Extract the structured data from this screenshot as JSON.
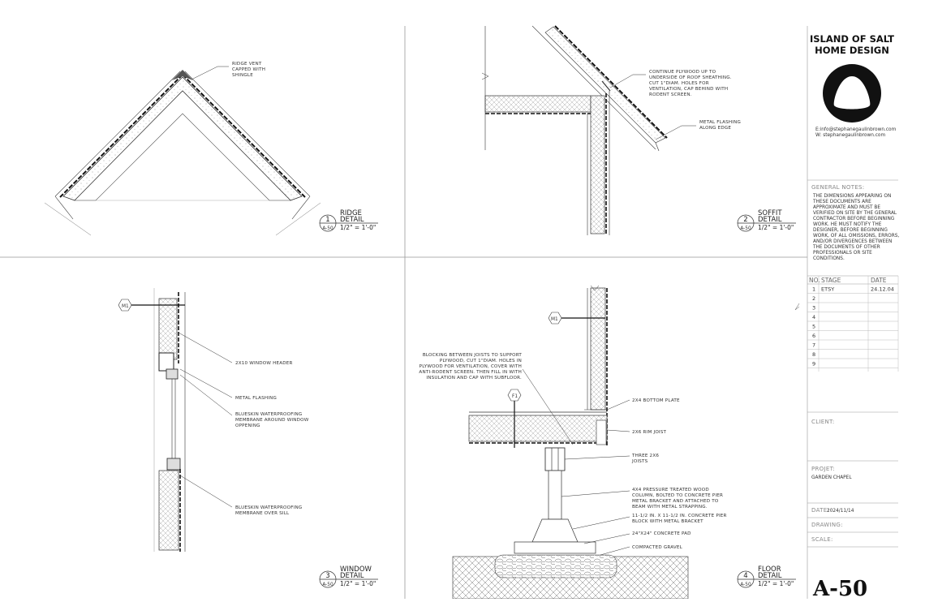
{
  "details": [
    {
      "number": "1",
      "title": "RIDGE",
      "title2": "DETAIL",
      "sheet": "A-50",
      "scale": "1/2\" = 1'-0\""
    },
    {
      "number": "2",
      "title": "SOFFIT",
      "title2": "DETAIL",
      "sheet": "A-50",
      "scale": "1/2\" = 1'-0\""
    },
    {
      "number": "3",
      "title": "WINDOW",
      "title2": "DETAIL",
      "sheet": "A-50",
      "scale": "1/2\" = 1'-0\""
    },
    {
      "number": "4",
      "title": "FLOOR",
      "title2": "DETAIL",
      "sheet": "A-50",
      "scale": "1/2\" = 1'-0\""
    }
  ],
  "notes": {
    "ridge_vent": [
      "RIDGE VENT",
      "CAPPED WITH",
      "SHINGLE"
    ],
    "continue_plywood": [
      "CONTINUE PLYWOOD UP TO",
      "UNDERSIDE OF ROOF SHEATHING.",
      "CUT 1\"DIAM. HOLES FOR",
      "VENTILATION, CAP BEHIND WITH",
      "RODENT SCREEN."
    ],
    "metal_flashing_edge": [
      "METAL FLASHING",
      "ALONG EDGE"
    ],
    "window_header": [
      "2X10 WINDOW HEADER"
    ],
    "metal_flashing": [
      "METAL FLASHING"
    ],
    "blueskin_window": [
      "BLUESKIN WATERPROOFING",
      "MEMBRANE AROUND WINDOW",
      "OPPENING"
    ],
    "blueskin_sill": [
      "BLUESKIN WATERPROOFING",
      "MEMBRANE OVER SILL"
    ],
    "blocking": [
      "BLOCKING BETWEEN JOISTS TO SUPPORT",
      "PLYWOOD, CUT 1\"DIAM. HOLES IN",
      "PLYWOOD FOR VENTILATION, COVER WITH",
      "ANTI-RODENT SCREEN. THEN FILL IN WITH",
      "INSULATION AND CAP WITH SUBFLOOR."
    ],
    "bottom_plate": [
      "2X4 BOTTOM PLATE"
    ],
    "rim_joist": [
      "2X6 RIM JOIST"
    ],
    "three_joists": [
      "THREE 2X6",
      "JOISTS"
    ],
    "column": [
      "4X4 PRESSURE TREATED WOOD",
      "COLUMN, BOLTED TO CONCRETE PIER",
      "METAL BRACKET AND ATTACHED TO",
      "BEAM WITH METAL STRAPPING."
    ],
    "pier_block": [
      "11-1/2 IN. X 11-1/2 IN. CONCRETE PIER",
      "BLOCK WITH METAL BRACKET"
    ],
    "concrete_pad": [
      "24\"X24\" CONCRETE PAD"
    ],
    "gravel": [
      "COMPACTED GRAVEL"
    ]
  },
  "tags": {
    "m1": "M1",
    "f1": "F1"
  },
  "titleblock": {
    "brand_line1": "ISLAND OF SALT",
    "brand_line2": "HOME DESIGN",
    "email": "E:info@stephanegaulinbrown.com",
    "web": "W: stephanegaulinbrown.com",
    "general_notes_label": "GENERAL NOTES:",
    "general_notes": [
      "THE DIMENSIONS APPEARING ON",
      "THESE DOCUMENTS ARE",
      "APPROXIMATE AND MUST BE",
      "VERIFIED ON SITE BY THE GENERAL",
      "CONTRACTOR BEFORE BEGINNING",
      "WORK. HE MUST NOTIFY THE",
      "DESIGNER, BEFORE BEGINNING",
      "WORK, OF ALL OMISSIONS, ERRORS,",
      "AND/OR DIVERGENCES BETWEEN",
      "THE DOCUMENTS OF OTHER",
      "PROFESSIONALS OR SITE",
      "CONDITIONS."
    ],
    "rev_headers": {
      "no": "NO.",
      "stage": "STAGE",
      "date": "DATE"
    },
    "revisions": [
      {
        "no": "1",
        "stage": "ETSY",
        "date": "24.12.04"
      },
      {
        "no": "2",
        "stage": "",
        "date": ""
      },
      {
        "no": "3",
        "stage": "",
        "date": ""
      },
      {
        "no": "4",
        "stage": "",
        "date": ""
      },
      {
        "no": "5",
        "stage": "",
        "date": ""
      },
      {
        "no": "6",
        "stage": "",
        "date": ""
      },
      {
        "no": "7",
        "stage": "",
        "date": ""
      },
      {
        "no": "8",
        "stage": "",
        "date": ""
      },
      {
        "no": "9",
        "stage": "",
        "date": ""
      }
    ],
    "client_label": "CLIENT:",
    "project_label": "PROJET:",
    "project_value": "GARDEN CHAPEL",
    "date_label": "DATE:",
    "date_value": "2024/11/14",
    "drawing_label": "DRAWING:",
    "scale_label": "SCALE:",
    "sheet_number": "A-50"
  }
}
